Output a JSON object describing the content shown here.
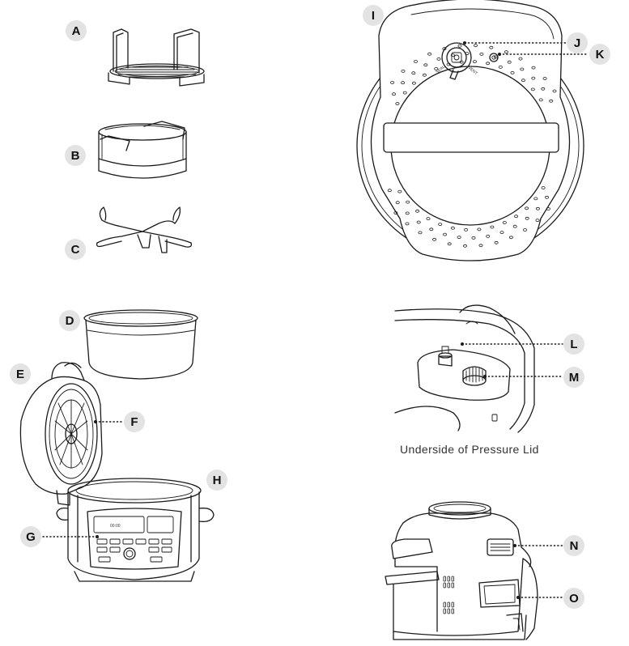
{
  "labels": {
    "a": "A",
    "b": "B",
    "c": "C",
    "d": "D",
    "e": "E",
    "f": "F",
    "g": "G",
    "h": "H",
    "i": "I",
    "j": "J",
    "k": "K",
    "l": "L",
    "m": "M",
    "n": "N",
    "o": "O"
  },
  "caption": "Underside of Pressure Lid",
  "valve_marks": {
    "seal": "SEAL",
    "vent": "VENT"
  },
  "display_readout": "00:00",
  "colors": {
    "badge": "#e3e3e3",
    "line": "#1a1a1a",
    "background": "#ffffff"
  }
}
